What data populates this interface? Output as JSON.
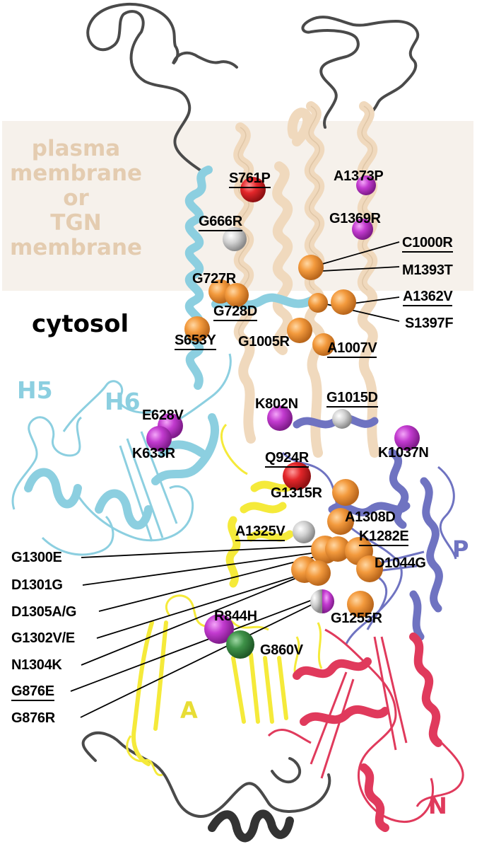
{
  "figure": {
    "type": "protein structure ribbon diagram with mutation sites"
  },
  "regions": {
    "membrane_label": "plasma\nmembrane\nor\nTGN\nmembrane",
    "cytosol_label": "cytosol"
  },
  "domains": {
    "H5": {
      "label": "H5",
      "color": "#8ccfe0"
    },
    "H6": {
      "label": "H6",
      "color": "#8ccfe0"
    },
    "A": {
      "label": "A",
      "color": "#f5ea3a"
    },
    "P": {
      "label": "P",
      "color": "#6f73c1"
    },
    "N": {
      "label": "N",
      "color": "#e03a5c"
    }
  },
  "colors": {
    "membrane_band": "#f6f1eb",
    "membrane_text": "#e4ccb0",
    "tm_helices": "#f0d9bd",
    "loops": "#4a4a4a",
    "sphere_orange": "#f39a3d",
    "sphere_magenta": "#c33bd0",
    "sphere_red": "#e3262a",
    "sphere_gray": "#c8c8c8",
    "sphere_green": "#3e9248"
  },
  "mutations": [
    {
      "label": "S761P",
      "underlined": true,
      "sphere": "red"
    },
    {
      "label": "G666R",
      "underlined": true,
      "sphere": "gray"
    },
    {
      "label": "G727R",
      "underlined": false,
      "sphere": "orange"
    },
    {
      "label": "G728D",
      "underlined": true,
      "sphere": "orange"
    },
    {
      "label": "S653Y",
      "underlined": true,
      "sphere": "orange"
    },
    {
      "label": "G1005R",
      "underlined": false,
      "sphere": "orange"
    },
    {
      "label": "A1373P",
      "underlined": false,
      "sphere": "magenta"
    },
    {
      "label": "G1369R",
      "underlined": false,
      "sphere": "magenta"
    },
    {
      "label": "C1000R",
      "underlined": true,
      "sphere": "orange"
    },
    {
      "label": "M1393T",
      "underlined": false,
      "sphere": "orange"
    },
    {
      "label": "A1362V",
      "underlined": true,
      "sphere": "orange"
    },
    {
      "label": "S1397F",
      "underlined": false,
      "sphere": "orange"
    },
    {
      "label": "A1007V",
      "underlined": true,
      "sphere": "orange"
    },
    {
      "label": "E628V",
      "underlined": false,
      "sphere": "magenta"
    },
    {
      "label": "K633R",
      "underlined": false,
      "sphere": "magenta"
    },
    {
      "label": "K802N",
      "underlined": false,
      "sphere": "magenta"
    },
    {
      "label": "G1015D",
      "underlined": true,
      "sphere": "gray"
    },
    {
      "label": "K1037N",
      "underlined": false,
      "sphere": "magenta"
    },
    {
      "label": "Q924R",
      "underlined": true,
      "sphere": "red"
    },
    {
      "label": "G1315R",
      "underlined": false,
      "sphere": "orange"
    },
    {
      "label": "A1308D",
      "underlined": false,
      "sphere": "orange"
    },
    {
      "label": "A1325V",
      "underlined": true,
      "sphere": "gray"
    },
    {
      "label": "K1282E",
      "underlined": true,
      "sphere": "orange"
    },
    {
      "label": "D1044G",
      "underlined": false,
      "sphere": "orange"
    },
    {
      "label": "G1300E",
      "underlined": false,
      "sphere": "orange"
    },
    {
      "label": "D1301G",
      "underlined": false,
      "sphere": "orange"
    },
    {
      "label": "D1305A/G",
      "underlined": false,
      "sphere": "orange"
    },
    {
      "label": "G1302V/E",
      "underlined": false,
      "sphere": "orange"
    },
    {
      "label": "N1304K",
      "underlined": false,
      "sphere": "orange"
    },
    {
      "label": "G876E",
      "underlined": true,
      "sphere": "gray/magenta"
    },
    {
      "label": "G876R",
      "underlined": false,
      "sphere": "gray/magenta"
    },
    {
      "label": "R844H",
      "underlined": false,
      "sphere": "magenta"
    },
    {
      "label": "G860V",
      "underlined": false,
      "sphere": "green"
    },
    {
      "label": "G1255R",
      "underlined": false,
      "sphere": "orange"
    }
  ]
}
